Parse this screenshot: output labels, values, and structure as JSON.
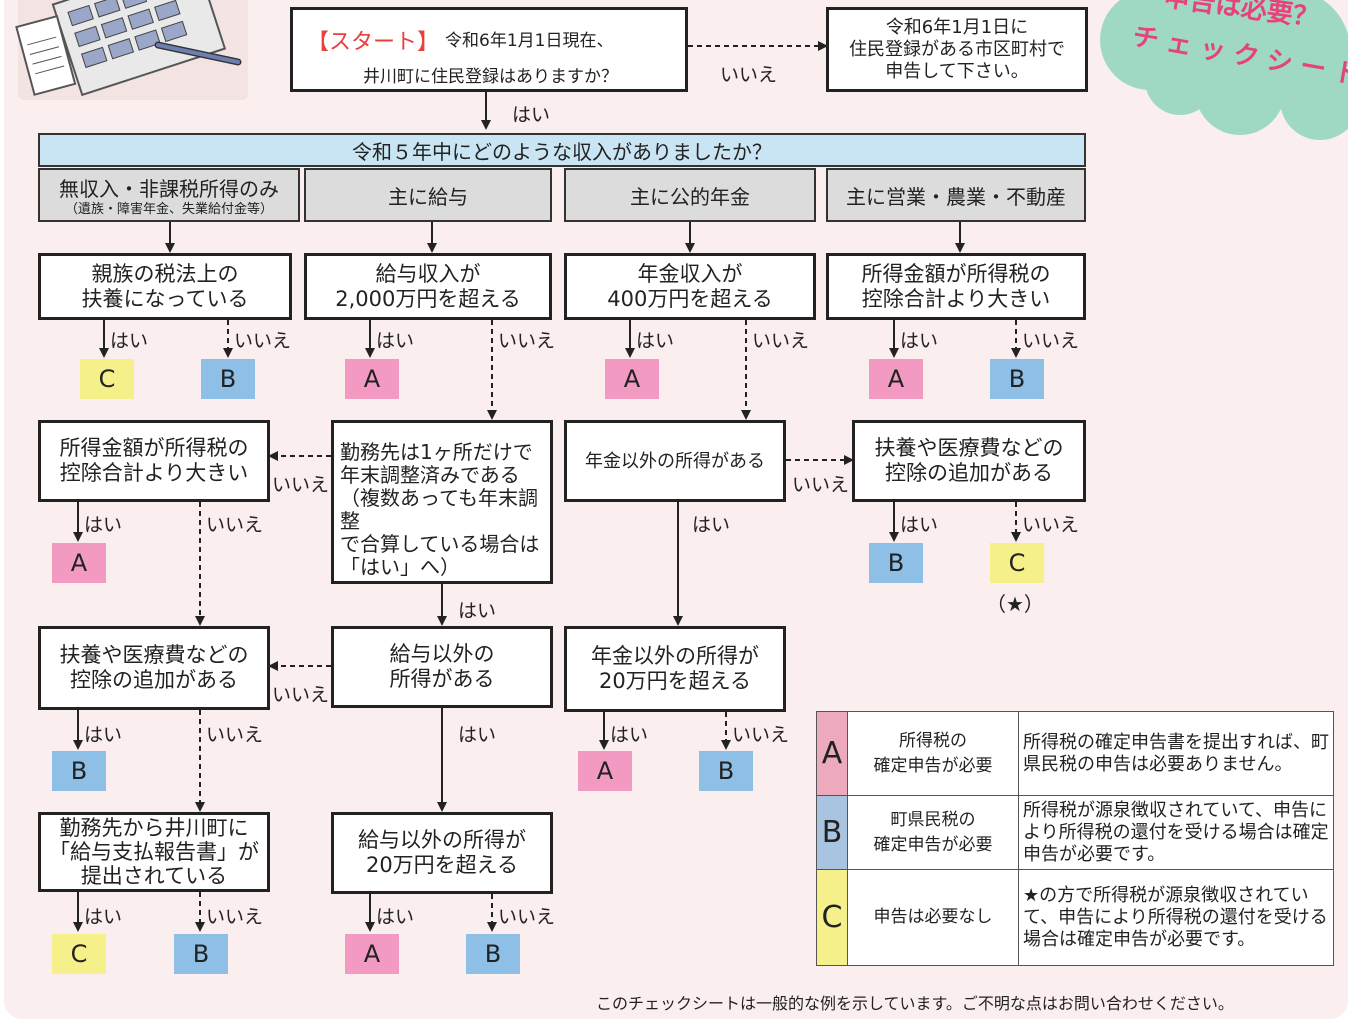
{
  "start": {
    "tag": "【スタート】",
    "line1": "令和6年1月1日現在、",
    "line2": "井川町に住民登録はありますか？"
  },
  "start_no_result": "令和6年1月1日に\n住民登録がある市区町村で\n申告して下さい。",
  "main_question": "令和５年中にどのような収入がありましたか？",
  "categories": [
    {
      "label": "無収入・非課税所得のみ",
      "sub": "（遺族・障害年金、失業給付金等）"
    },
    {
      "label": "主に給与",
      "sub": ""
    },
    {
      "label": "主に公的年金",
      "sub": ""
    },
    {
      "label": "主に営業・農業・不動産",
      "sub": ""
    }
  ],
  "labels": {
    "yes": "はい",
    "no": "いいえ"
  },
  "boxes": {
    "dependent": "親族の税法上の\n扶養になっている",
    "salary_over": "給与収入が\n2,000万円を超える",
    "pension_over": "年金収入が\n400万円を超える",
    "biz_income": "所得金額が所得税の\n控除合計より大きい",
    "income_left": "所得金額が所得税の\n控除合計より大きい",
    "one_employer": "勤務先は1ヶ所だけで\n年末調整済みである\n（複数あっても年末調整\nで合算している場合は\n「はい」へ）",
    "other_than_pension": "年金以外の所得がある",
    "deduction_right": "扶養や医療費などの\n控除の追加がある",
    "deduction_left": "扶養や医療費などの\n控除の追加がある",
    "other_than_salary": "給与以外の\n所得がある",
    "pension_other_over": "年金以外の所得が\n20万円を超える",
    "report_submitted": "勤務先から井川町に\n「給与支払報告書」が\n提出されている",
    "salary_other_over": "給与以外の所得が\n20万円を超える"
  },
  "star_note": "（★）",
  "legend": [
    {
      "letter": "A",
      "name": "所得税の\n確定申告が必要",
      "desc": "所得税の確定申告書を提出すれば、町県民税の申告は必要ありません。",
      "color": "#eeaabd"
    },
    {
      "letter": "B",
      "name": "町県民税の\n確定申告が必要",
      "desc": "所得税が源泉徴収されていて、申告により所得税の還付を受ける場合は確定申告が必要です。",
      "color": "#a8c4e0"
    },
    {
      "letter": "C",
      "name": "申告は必要なし",
      "desc": "★の方で所得税が源泉徴収されていて、申告により所得税の還付を受ける場合は確定申告が必要です。",
      "color": "#f6f08a"
    }
  ],
  "banner_text": [
    "申告は必要？",
    "チェックシート"
  ],
  "footer": "このチェックシートは一般的な例を示しています。ご不明な点はお問い合わせください。",
  "colors": {
    "A": "#f29ac2",
    "B": "#8ebfe6",
    "C": "#f6f08a",
    "header": "#c9e4f2",
    "background": "#fbeeee",
    "start_accent": "#e8403a"
  }
}
